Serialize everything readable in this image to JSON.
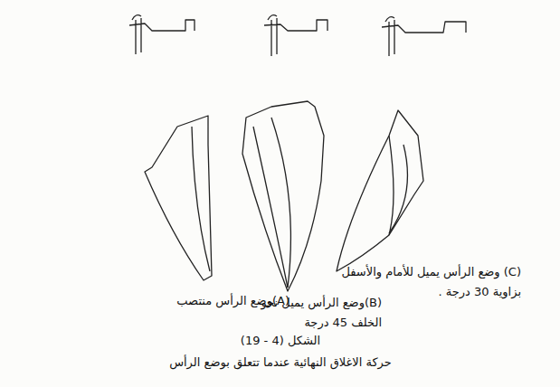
{
  "diagram": {
    "title": "الشكل (4 - 19)",
    "caption": "حركة الاغلاق النهائية عندما تتعلق بوضع الرأس",
    "labels": [
      "(C) وضع الرأس يميل للأمام والأسفل بزاوية 30 درجة .",
      "(B)وضع الرأس يميل نحو الخلف 45 درجة",
      "(A)وضع الرأس منتصب"
    ]
  }
}
